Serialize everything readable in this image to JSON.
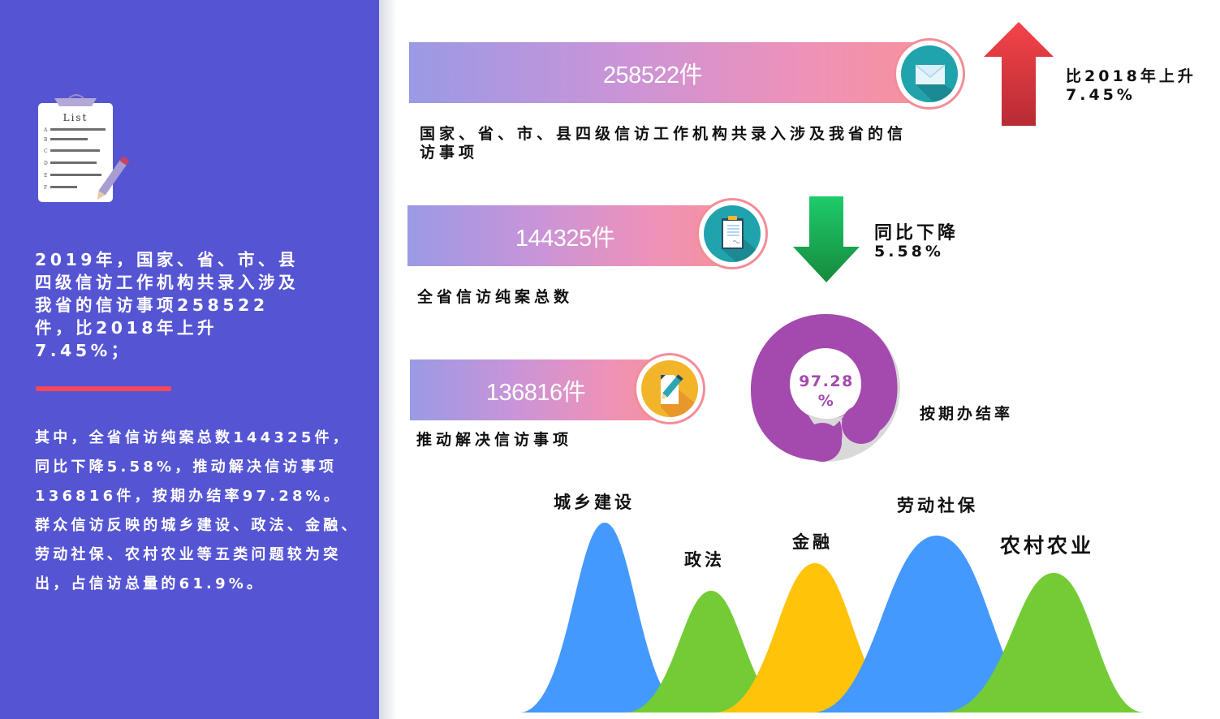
{
  "sidebar": {
    "icon": "clipboard-list-icon",
    "clipboard_title": "List",
    "clipboard_rows": [
      "A",
      "B",
      "C",
      "D",
      "E",
      "F"
    ],
    "intro": "2019年，国家、省、市、县四级信访工作机构共录入涉及我省的信访事项258522件，比2018年上升7.45%；",
    "detail": "其中，全省信访纯案总数144325件，同比下降5.58%，推动解决信访事项136816件，按期办结率97.28%。群众信访反映的城乡建设、政法、金融、劳动社保、农村农业等五类问题较为突出，占信访总量的61.9%。",
    "divider_color": "#f2485a",
    "background_color": "#5555d4"
  },
  "stats": [
    {
      "value": "258522件",
      "caption": "国家、省、市、县四级信访工作机构共录入涉及我省的信访事项",
      "icon": "envelope-icon"
    },
    {
      "value": "144325件",
      "caption": "全省信访纯案总数",
      "icon": "clipboard-icon"
    },
    {
      "value": "136816件",
      "caption": "推动解决信访事项",
      "icon": "edit-document-icon"
    }
  ],
  "changes": {
    "increase": {
      "line1": "比2018年上升",
      "line2": "7.45%",
      "icon": "arrow-up-icon",
      "color": "#e0343e"
    },
    "decrease": {
      "line1": "同比下降",
      "line2": "5.58%",
      "icon": "arrow-down-icon",
      "color": "#1fa653"
    }
  },
  "completion": {
    "value": "97.28",
    "unit": "%",
    "label": "按期办结率",
    "color": "#a44aae",
    "track_color": "#d9d9d9"
  },
  "categories": [
    {
      "label": "城乡建设",
      "color": "#4499ff"
    },
    {
      "label": "政法",
      "color": "#73cc35"
    },
    {
      "label": "金融",
      "color": "#ffc30a"
    },
    {
      "label": "劳动社保",
      "color": "#4499ff"
    },
    {
      "label": "农村农业",
      "color": "#73cc35"
    }
  ]
}
